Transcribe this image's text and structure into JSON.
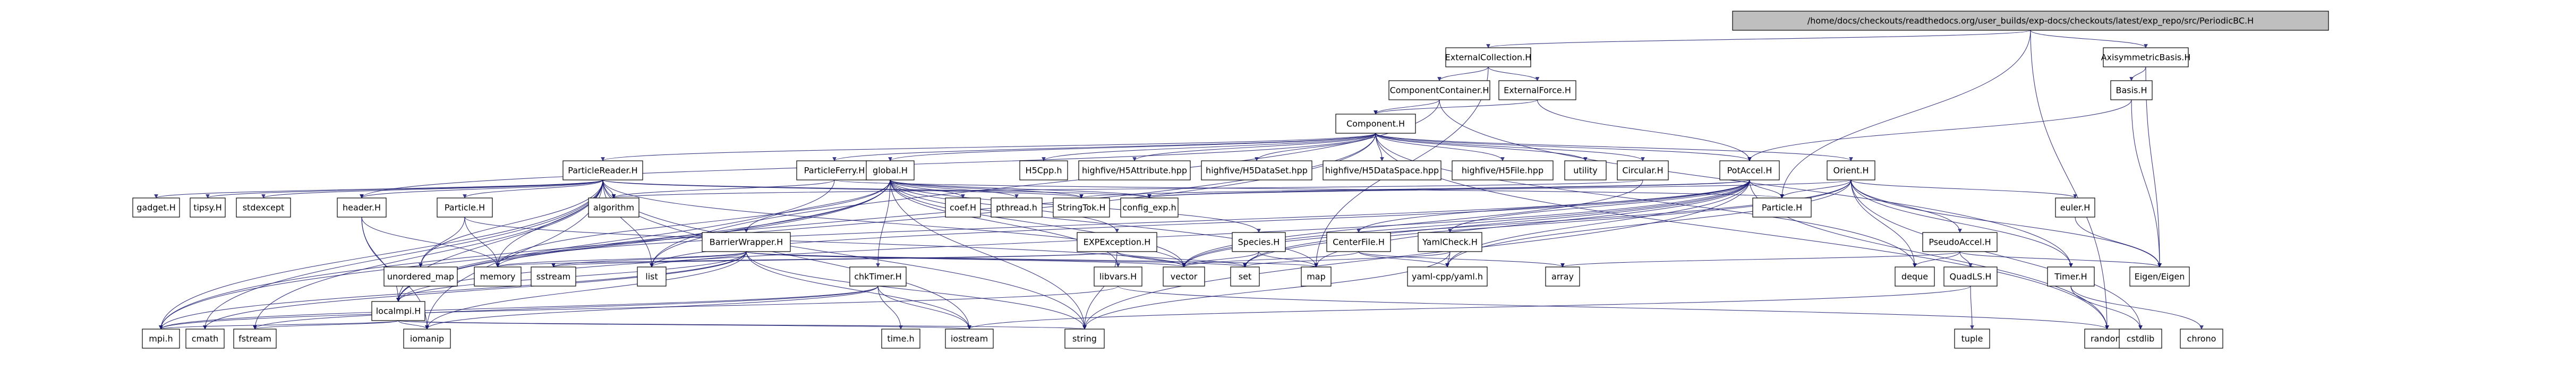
{
  "nodes": [
    {
      "id": "root",
      "label": "/home/docs/checkouts/readthedocs.org/user_builds/exp-docs/checkouts/latest/exp_repo/src/PeriodicBC.H",
      "root": true
    },
    {
      "id": "ExternalCollection",
      "label": "ExternalCollection.H"
    },
    {
      "id": "AxisymmetricBasis",
      "label": "AxisymmetricBasis.H"
    },
    {
      "id": "ComponentContainer",
      "label": "ComponentContainer.H"
    },
    {
      "id": "ExternalForce",
      "label": "ExternalForce.H"
    },
    {
      "id": "Basis",
      "label": "Basis.H"
    },
    {
      "id": "Component",
      "label": "Component.H"
    },
    {
      "id": "ParticleReader",
      "label": "ParticleReader.H"
    },
    {
      "id": "ParticleFerry",
      "label": "ParticleFerry.H"
    },
    {
      "id": "global",
      "label": "global.H"
    },
    {
      "id": "H5Cpp",
      "label": "H5Cpp.h"
    },
    {
      "id": "H5Attribute",
      "label": "highfive/H5Attribute.hpp"
    },
    {
      "id": "H5DataSet",
      "label": "highfive/H5DataSet.hpp"
    },
    {
      "id": "H5DataSpace",
      "label": "highfive/H5DataSpace.hpp"
    },
    {
      "id": "H5File",
      "label": "highfive/H5File.hpp"
    },
    {
      "id": "utility",
      "label": "utility"
    },
    {
      "id": "Circular",
      "label": "Circular.H"
    },
    {
      "id": "PotAccel",
      "label": "PotAccel.H"
    },
    {
      "id": "Orient",
      "label": "Orient.H"
    },
    {
      "id": "gadget",
      "label": "gadget.H"
    },
    {
      "id": "tipsy",
      "label": "tipsy.H"
    },
    {
      "id": "stdexcept",
      "label": "stdexcept"
    },
    {
      "id": "header",
      "label": "header.H"
    },
    {
      "id": "ParticleH",
      "label": "Particle.H"
    },
    {
      "id": "algorithm",
      "label": "algorithm"
    },
    {
      "id": "BarrierWrapper",
      "label": "BarrierWrapper.H"
    },
    {
      "id": "coef",
      "label": "coef.H"
    },
    {
      "id": "pthread",
      "label": "pthread.h"
    },
    {
      "id": "StringTok",
      "label": "StringTok.H"
    },
    {
      "id": "config_exp",
      "label": "config_exp.h"
    },
    {
      "id": "EXPException",
      "label": "EXPException.H"
    },
    {
      "id": "Species",
      "label": "Species.H"
    },
    {
      "id": "CenterFile",
      "label": "CenterFile.H"
    },
    {
      "id": "YamlCheck",
      "label": "YamlCheck.H"
    },
    {
      "id": "ParticleH2",
      "label": "Particle.H"
    },
    {
      "id": "PseudoAccel",
      "label": "PseudoAccel.H"
    },
    {
      "id": "euler",
      "label": "euler.H"
    },
    {
      "id": "unordered_map",
      "label": "unordered_map"
    },
    {
      "id": "memory",
      "label": "memory"
    },
    {
      "id": "sstream",
      "label": "sstream"
    },
    {
      "id": "list",
      "label": "list"
    },
    {
      "id": "chkTimer",
      "label": "chkTimer.H"
    },
    {
      "id": "libvars",
      "label": "libvars.H"
    },
    {
      "id": "vector",
      "label": "vector"
    },
    {
      "id": "set",
      "label": "set"
    },
    {
      "id": "map",
      "label": "map"
    },
    {
      "id": "yaml",
      "label": "yaml-cpp/yaml.h"
    },
    {
      "id": "array",
      "label": "array"
    },
    {
      "id": "QuadLS",
      "label": "QuadLS.H"
    },
    {
      "id": "deque",
      "label": "deque"
    },
    {
      "id": "Timer",
      "label": "Timer.H"
    },
    {
      "id": "Eigen",
      "label": "Eigen/Eigen"
    },
    {
      "id": "localmpi",
      "label": "localmpi.H"
    },
    {
      "id": "mpi",
      "label": "mpi.h"
    },
    {
      "id": "cmath",
      "label": "cmath"
    },
    {
      "id": "fstream",
      "label": "fstream"
    },
    {
      "id": "iomanip",
      "label": "iomanip"
    },
    {
      "id": "timeh",
      "label": "time.h"
    },
    {
      "id": "iostream",
      "label": "iostream"
    },
    {
      "id": "string",
      "label": "string"
    },
    {
      "id": "tuple",
      "label": "tuple"
    },
    {
      "id": "random",
      "label": "random"
    },
    {
      "id": "cstdlib",
      "label": "cstdlib"
    },
    {
      "id": "chrono",
      "label": "chrono"
    }
  ],
  "edges": [
    [
      "root",
      "ExternalCollection"
    ],
    [
      "root",
      "AxisymmetricBasis"
    ],
    [
      "root",
      "ParticleH2"
    ],
    [
      "root",
      "random"
    ],
    [
      "ExternalCollection",
      "ComponentContainer"
    ],
    [
      "ExternalCollection",
      "ExternalForce"
    ],
    [
      "ExternalCollection",
      "map"
    ],
    [
      "ComponentContainer",
      "Component"
    ],
    [
      "ComponentContainer",
      "list"
    ],
    [
      "ComponentContainer",
      "Timer"
    ],
    [
      "ExternalForce",
      "Component"
    ],
    [
      "ExternalForce",
      "PotAccel"
    ],
    [
      "AxisymmetricBasis",
      "Basis"
    ],
    [
      "AxisymmetricBasis",
      "Eigen"
    ],
    [
      "Basis",
      "PotAccel"
    ],
    [
      "Basis",
      "Eigen"
    ],
    [
      "Component",
      "ParticleReader"
    ],
    [
      "Component",
      "ParticleFerry"
    ],
    [
      "Component",
      "global"
    ],
    [
      "Component",
      "H5Cpp"
    ],
    [
      "Component",
      "H5Attribute"
    ],
    [
      "Component",
      "H5DataSet"
    ],
    [
      "Component",
      "H5DataSpace"
    ],
    [
      "Component",
      "H5File"
    ],
    [
      "Component",
      "utility"
    ],
    [
      "Component",
      "Circular"
    ],
    [
      "Component",
      "PotAccel"
    ],
    [
      "Component",
      "Orient"
    ],
    [
      "Component",
      "header"
    ],
    [
      "Component",
      "mpi"
    ],
    [
      "Component",
      "random"
    ],
    [
      "Component",
      "deque"
    ],
    [
      "Component",
      "localmpi"
    ],
    [
      "ParticleReader",
      "gadget"
    ],
    [
      "ParticleReader",
      "tipsy"
    ],
    [
      "ParticleReader",
      "stdexcept"
    ],
    [
      "ParticleReader",
      "header"
    ],
    [
      "ParticleReader",
      "ParticleH"
    ],
    [
      "ParticleReader",
      "algorithm"
    ],
    [
      "ParticleReader",
      "unordered_map"
    ],
    [
      "ParticleReader",
      "memory"
    ],
    [
      "ParticleReader",
      "list"
    ],
    [
      "ParticleReader",
      "vector"
    ],
    [
      "ParticleReader",
      "localmpi"
    ],
    [
      "ParticleReader",
      "mpi"
    ],
    [
      "ParticleReader",
      "cmath"
    ],
    [
      "ParticleReader",
      "fstream"
    ],
    [
      "ParticleReader",
      "iomanip"
    ],
    [
      "ParticleReader",
      "iostream"
    ],
    [
      "ParticleReader",
      "string"
    ],
    [
      "ParticleReader",
      "StringTok"
    ],
    [
      "ParticleReader",
      "config_exp"
    ],
    [
      "ParticleFerry",
      "ParticleH2"
    ],
    [
      "ParticleFerry",
      "localmpi"
    ],
    [
      "ParticleFerry",
      "algorithm"
    ],
    [
      "global",
      "coef"
    ],
    [
      "global",
      "pthread"
    ],
    [
      "global",
      "StringTok"
    ],
    [
      "global",
      "config_exp"
    ],
    [
      "global",
      "EXPException"
    ],
    [
      "global",
      "Species"
    ],
    [
      "global",
      "BarrierWrapper"
    ],
    [
      "global",
      "chkTimer"
    ],
    [
      "global",
      "libvars"
    ],
    [
      "global",
      "memory"
    ],
    [
      "global",
      "list"
    ],
    [
      "global",
      "vector"
    ],
    [
      "global",
      "map"
    ],
    [
      "global",
      "localmpi"
    ],
    [
      "global",
      "mpi"
    ],
    [
      "global",
      "string"
    ],
    [
      "Circular",
      "algorithm"
    ],
    [
      "Circular",
      "vector"
    ],
    [
      "PotAccel",
      "CenterFile"
    ],
    [
      "PotAccel",
      "YamlCheck"
    ],
    [
      "PotAccel",
      "ParticleH2"
    ],
    [
      "PotAccel",
      "StringTok"
    ],
    [
      "PotAccel",
      "config_exp"
    ],
    [
      "PotAccel",
      "yaml"
    ],
    [
      "PotAccel",
      "set"
    ],
    [
      "PotAccel",
      "map"
    ],
    [
      "PotAccel",
      "list"
    ],
    [
      "PotAccel",
      "memory"
    ],
    [
      "PotAccel",
      "string"
    ],
    [
      "PotAccel",
      "random"
    ],
    [
      "PotAccel",
      "localmpi"
    ],
    [
      "PotAccel",
      "vector"
    ],
    [
      "Orient",
      "PseudoAccel"
    ],
    [
      "Orient",
      "euler"
    ],
    [
      "Orient",
      "ParticleH2"
    ],
    [
      "Orient",
      "Timer"
    ],
    [
      "Orient",
      "deque"
    ],
    [
      "Orient",
      "vector"
    ],
    [
      "Orient",
      "set"
    ],
    [
      "Orient",
      "yaml"
    ],
    [
      "Orient",
      "Eigen"
    ],
    [
      "Orient",
      "config_exp"
    ],
    [
      "Orient",
      "cstdlib"
    ],
    [
      "header",
      "memory"
    ],
    [
      "header",
      "iomanip"
    ],
    [
      "header",
      "localmpi"
    ],
    [
      "ParticleH",
      "memory"
    ],
    [
      "ParticleH",
      "unordered_map"
    ],
    [
      "ParticleH",
      "vector"
    ],
    [
      "BarrierWrapper",
      "localmpi"
    ],
    [
      "BarrierWrapper",
      "mpi"
    ],
    [
      "BarrierWrapper",
      "memory"
    ],
    [
      "BarrierWrapper",
      "list"
    ],
    [
      "BarrierWrapper",
      "vector"
    ],
    [
      "BarrierWrapper",
      "string"
    ],
    [
      "BarrierWrapper",
      "iostream"
    ],
    [
      "BarrierWrapper",
      "sstream"
    ],
    [
      "BarrierWrapper",
      "iomanip"
    ],
    [
      "BarrierWrapper",
      "cmath"
    ],
    [
      "BarrierWrapper",
      "map"
    ],
    [
      "BarrierWrapper",
      "set"
    ],
    [
      "EXPException",
      "vector"
    ],
    [
      "EXPException",
      "set"
    ],
    [
      "EXPException",
      "string"
    ],
    [
      "EXPException",
      "memory"
    ],
    [
      "EXPException",
      "sstream"
    ],
    [
      "Species",
      "set"
    ],
    [
      "Species",
      "map"
    ],
    [
      "Species",
      "vector"
    ],
    [
      "CenterFile",
      "yaml"
    ],
    [
      "CenterFile",
      "vector"
    ],
    [
      "CenterFile",
      "array"
    ],
    [
      "YamlCheck",
      "yaml"
    ],
    [
      "YamlCheck",
      "string"
    ],
    [
      "YamlCheck",
      "set"
    ],
    [
      "PseudoAccel",
      "deque"
    ],
    [
      "PseudoAccel",
      "array"
    ],
    [
      "PseudoAccel",
      "QuadLS"
    ],
    [
      "PseudoAccel",
      "Eigen"
    ],
    [
      "euler",
      "Eigen"
    ],
    [
      "chkTimer",
      "timeh"
    ],
    [
      "chkTimer",
      "iostream"
    ],
    [
      "chkTimer",
      "iomanip"
    ],
    [
      "chkTimer",
      "fstream"
    ],
    [
      "chkTimer",
      "mpi"
    ],
    [
      "libvars",
      "mpi"
    ],
    [
      "libvars",
      "random"
    ],
    [
      "QuadLS",
      "tuple"
    ],
    [
      "QuadLS",
      "iostream"
    ],
    [
      "Timer",
      "chrono"
    ],
    [
      "Timer",
      "cstdlib"
    ],
    [
      "localmpi",
      "mpi"
    ],
    [
      "localmpi",
      "fstream"
    ],
    [
      "localmpi",
      "iomanip"
    ],
    [
      "localmpi",
      "iostream"
    ],
    [
      "localmpi",
      "string"
    ]
  ]
}
